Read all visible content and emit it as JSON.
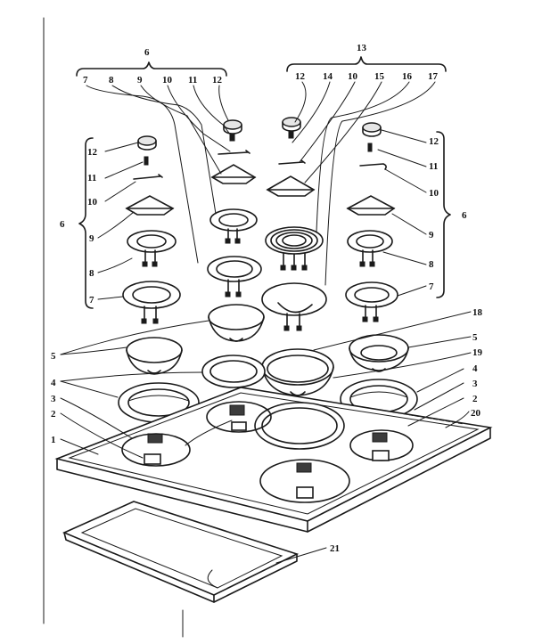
{
  "labels": [
    {
      "id": "g6-top",
      "text": "6"
    },
    {
      "id": "g13",
      "text": "13"
    },
    {
      "id": "t7a",
      "text": "7"
    },
    {
      "id": "t8a",
      "text": "8"
    },
    {
      "id": "t9a",
      "text": "9"
    },
    {
      "id": "t10a",
      "text": "10"
    },
    {
      "id": "t11a",
      "text": "11"
    },
    {
      "id": "t12a",
      "text": "12"
    },
    {
      "id": "t12b",
      "text": "12"
    },
    {
      "id": "t14",
      "text": "14"
    },
    {
      "id": "t10b",
      "text": "10"
    },
    {
      "id": "t15",
      "text": "15"
    },
    {
      "id": "t16",
      "text": "16"
    },
    {
      "id": "t17",
      "text": "17"
    },
    {
      "id": "l12",
      "text": "12"
    },
    {
      "id": "l11",
      "text": "11"
    },
    {
      "id": "l10",
      "text": "10"
    },
    {
      "id": "l6",
      "text": "6"
    },
    {
      "id": "l9",
      "text": "9"
    },
    {
      "id": "l8",
      "text": "8"
    },
    {
      "id": "l7",
      "text": "7"
    },
    {
      "id": "r12",
      "text": "12"
    },
    {
      "id": "r11",
      "text": "11"
    },
    {
      "id": "r10",
      "text": "10"
    },
    {
      "id": "r6",
      "text": "6"
    },
    {
      "id": "r9",
      "text": "9"
    },
    {
      "id": "r8",
      "text": "8"
    },
    {
      "id": "r7",
      "text": "7"
    },
    {
      "id": "r18",
      "text": "18"
    },
    {
      "id": "r5",
      "text": "5"
    },
    {
      "id": "r19",
      "text": "19"
    },
    {
      "id": "r4",
      "text": "4"
    },
    {
      "id": "r3",
      "text": "3"
    },
    {
      "id": "r2",
      "text": "2"
    },
    {
      "id": "r20",
      "text": "20"
    },
    {
      "id": "l5",
      "text": "5"
    },
    {
      "id": "l4",
      "text": "4"
    },
    {
      "id": "l3",
      "text": "3"
    },
    {
      "id": "l2",
      "text": "2"
    },
    {
      "id": "l1",
      "text": "1"
    },
    {
      "id": "b21",
      "text": "21"
    }
  ]
}
